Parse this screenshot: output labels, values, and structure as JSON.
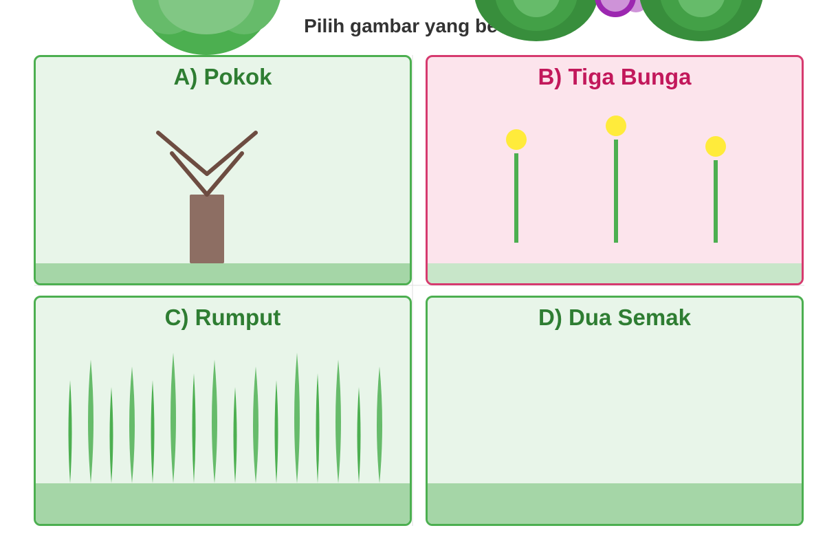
{
  "question": {
    "prompt": "Pilih gambar yang betul"
  },
  "options": [
    {
      "id": "A",
      "label": "A) Pokok",
      "scene": "tree-trunk"
    },
    {
      "id": "B",
      "label": "B) Tiga Bunga",
      "scene": "three-flowers"
    },
    {
      "id": "C",
      "label": "C) Rumput",
      "scene": "grass"
    },
    {
      "id": "D",
      "label": "D) Dua Semak",
      "scene": "empty-ground"
    }
  ],
  "colors": {
    "card_border_green": "#4caf50",
    "card_bg_green": "#e8f5e9",
    "card_border_pink": "#d63a6f",
    "card_bg_pink": "#fce4ec",
    "title_green": "#2e7d32",
    "title_pink": "#c2185b",
    "ground": "#a5d6a7",
    "ground_light": "#c8e6c9",
    "trunk": "#8d6e63",
    "branch": "#6d4c41",
    "stem": "#4caf50",
    "flower": "#ffeb3b",
    "grass_dark": "#4caf50",
    "grass_light": "#66bb6a",
    "bush_dark": "#388e3c",
    "bush_mid": "#43a047",
    "bush_light": "#81c784",
    "purple": "#9c27b0",
    "lilac": "#ce93d8"
  }
}
